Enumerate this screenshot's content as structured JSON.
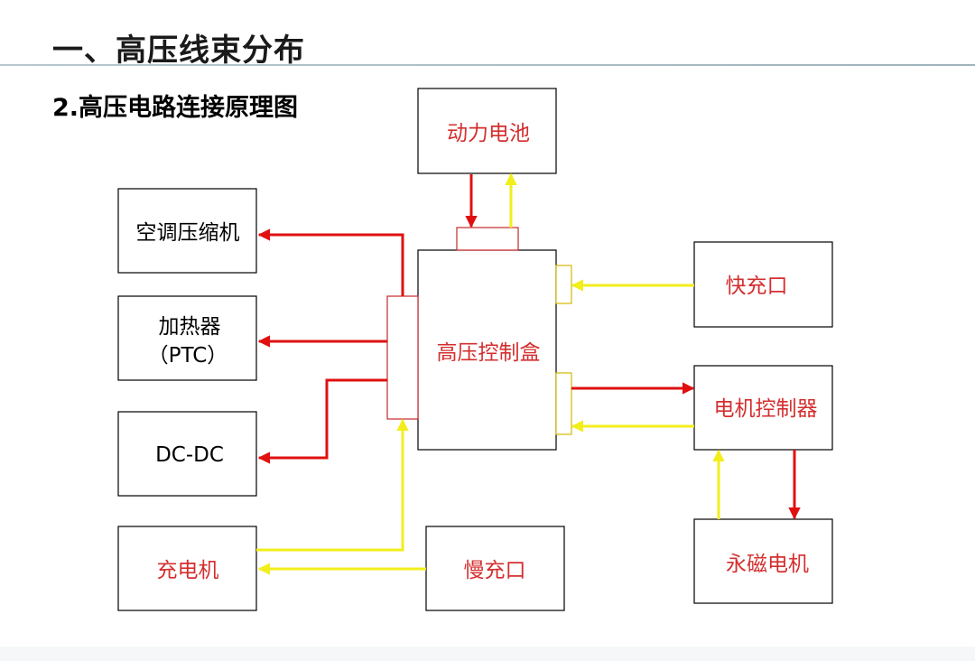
{
  "header": {
    "title": "一、高压线束分布",
    "subtitle": "2.高压电路连接原理图"
  },
  "nodes": {
    "battery": "动力电池",
    "ac_compressor": "空调压缩机",
    "heater_line1": "加热器",
    "heater_line2": "（PTC）",
    "dcdc": "DC-DC",
    "charger": "充电机",
    "slow_charge": "慢充口",
    "hv_box": "高压控制盒",
    "fast_charge": "快充口",
    "motor_controller": "电机控制器",
    "pm_motor": "永磁电机"
  },
  "colors": {
    "power_line": "#e01010",
    "signal_line": "#f2ee1c",
    "highlight_text": "#d32f2f",
    "normal_text": "#000000"
  }
}
